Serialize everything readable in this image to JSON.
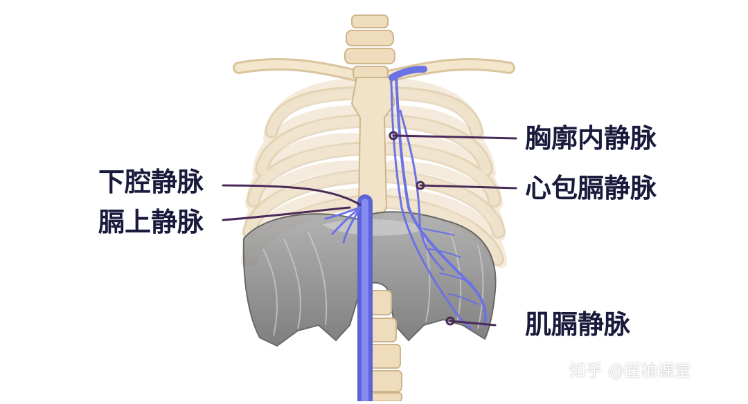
{
  "labels": {
    "internal_thoracic": "胸廓内静脉",
    "pericardiacophrenic": "心包膈静脉",
    "inferior_vena_cava": "下腔静脉",
    "superior_phrenic": "膈上静脉",
    "musculophrenic": "肌膈静脉"
  },
  "watermark": "知乎 @医柚课堂",
  "colors": {
    "vein": "#6b72e3",
    "bone": "#f1e3c8",
    "bone_outline": "#d9c49c",
    "diaphragm": "#8e8e8e",
    "leader": "#4a2a58",
    "label_text": "#1a1b3c"
  }
}
